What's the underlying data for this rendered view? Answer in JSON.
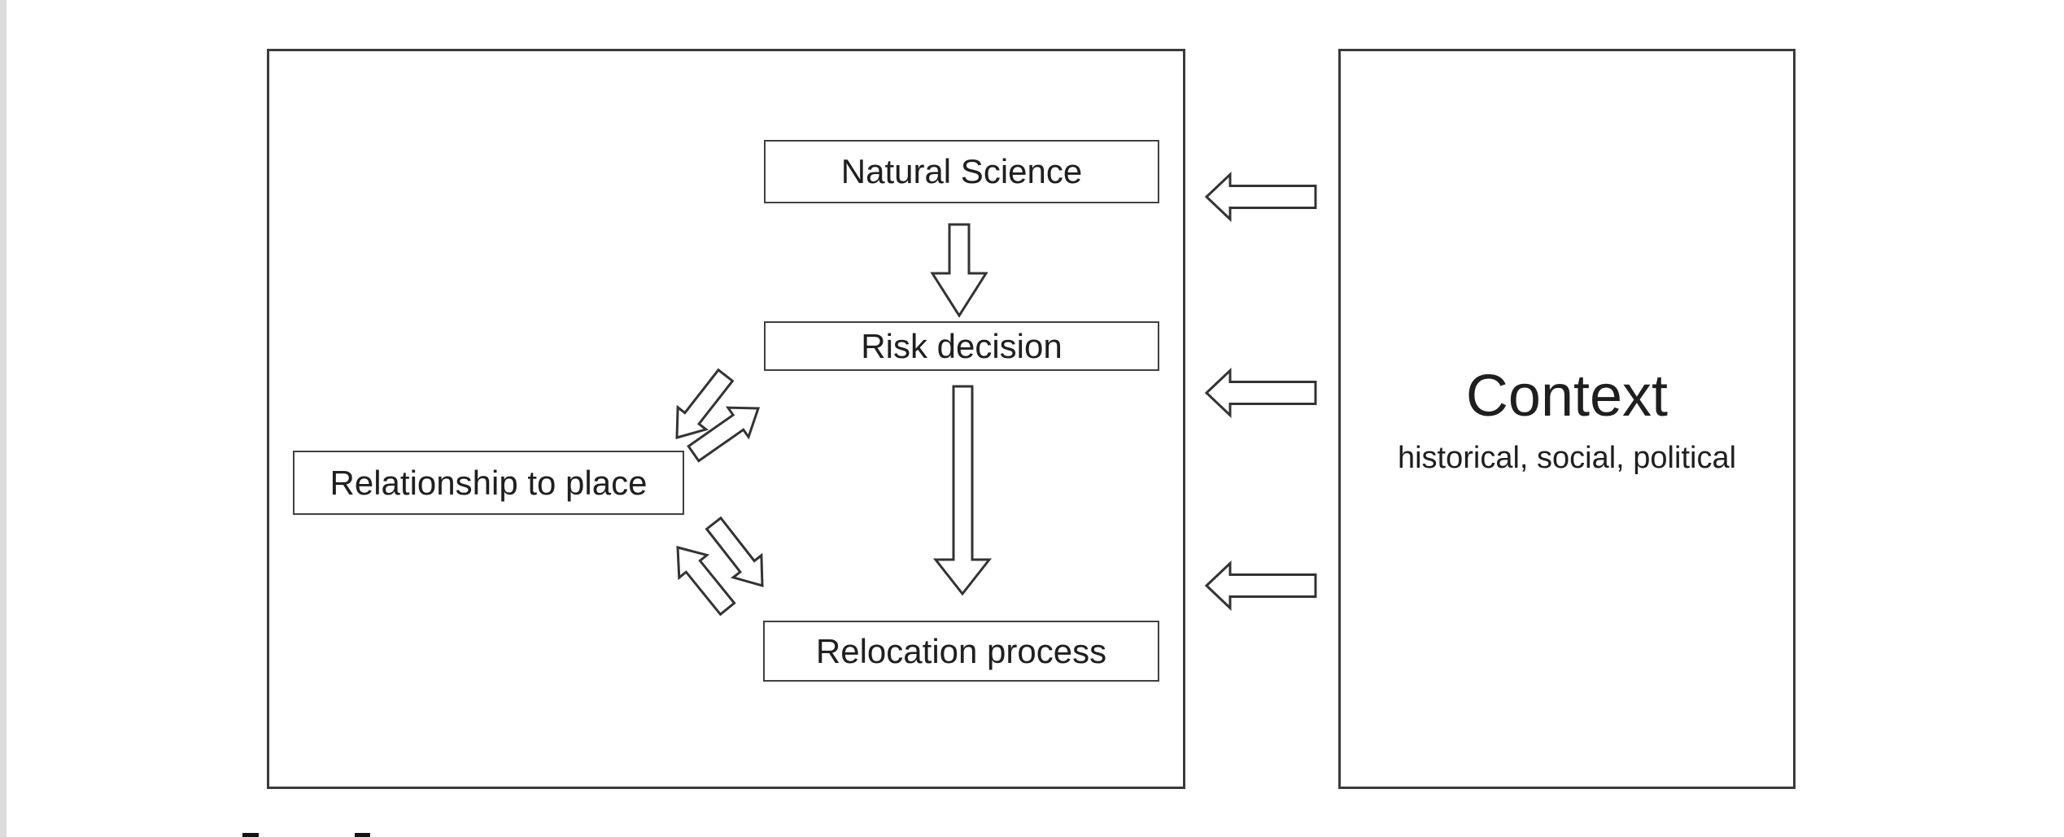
{
  "figure": {
    "background": "#ffffff",
    "line_color": "#3a3a3a",
    "text_color": "#1f1f1f"
  },
  "main_panel": {
    "nodes": [
      {
        "id": "natural-science",
        "label": "Natural Science"
      },
      {
        "id": "risk-decision",
        "label": "Risk decision"
      },
      {
        "id": "relocation-process",
        "label": "Relocation process"
      },
      {
        "id": "relationship-to-place",
        "label": "Relationship to place"
      }
    ]
  },
  "context_panel": {
    "title": "Context",
    "subtitle": "historical, social, political"
  },
  "edges": [
    {
      "from": "Natural Science",
      "to": "Risk decision",
      "type": "block-arrow-down"
    },
    {
      "from": "Risk decision",
      "to": "Relocation process",
      "type": "block-arrow-down"
    },
    {
      "from": "Relationship to place",
      "to": "Risk decision",
      "type": "double-diagonal-arrows"
    },
    {
      "from": "Relationship to place",
      "to": "Relocation process",
      "type": "double-diagonal-arrows"
    },
    {
      "from": "Context",
      "to": "main-panel",
      "type": "block-arrow-left",
      "count": 3
    }
  ]
}
